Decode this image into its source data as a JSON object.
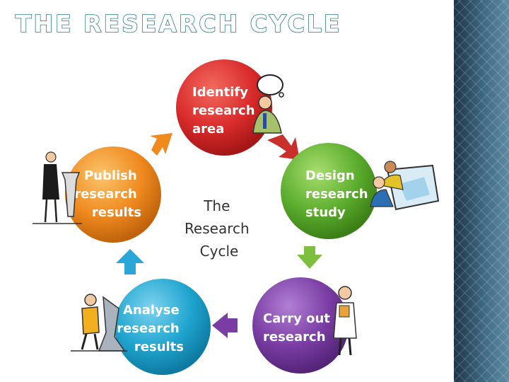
{
  "slide": {
    "title": "THE RESEARCH CYCLE"
  },
  "diagram": {
    "center_label": [
      "The",
      "Research",
      "Cycle"
    ],
    "stages": [
      {
        "id": "identify",
        "lines": [
          "Identify",
          "research",
          "area"
        ],
        "color": "#d92b2b",
        "icon": "thinking-person-icon"
      },
      {
        "id": "design",
        "lines": [
          "Design",
          "research",
          "study"
        ],
        "color": "#5cae2e",
        "icon": "people-studying-map-icon"
      },
      {
        "id": "carry-out",
        "lines": [
          "Carry out",
          "research"
        ],
        "color": "#7a3da3",
        "icon": "scientist-with-clipboard-icon"
      },
      {
        "id": "analyse",
        "lines": [
          "Analyse",
          "research",
          "results"
        ],
        "color": "#1fa4cf",
        "icon": "person-with-microscope-icon"
      },
      {
        "id": "publish",
        "lines": [
          "Publish",
          "research",
          "results"
        ],
        "color": "#ef8a1f",
        "icon": "speaker-at-podium-icon"
      }
    ],
    "arrows": [
      {
        "id": "identify-to-design",
        "color": "#c9302c"
      },
      {
        "id": "design-to-carry-out",
        "color": "#7fbf3f"
      },
      {
        "id": "carry-out-to-analyse",
        "color": "#7a3da3"
      },
      {
        "id": "analyse-to-publish",
        "color": "#2aa7d8"
      },
      {
        "id": "publish-to-identify",
        "color": "#f08a1c"
      }
    ]
  }
}
